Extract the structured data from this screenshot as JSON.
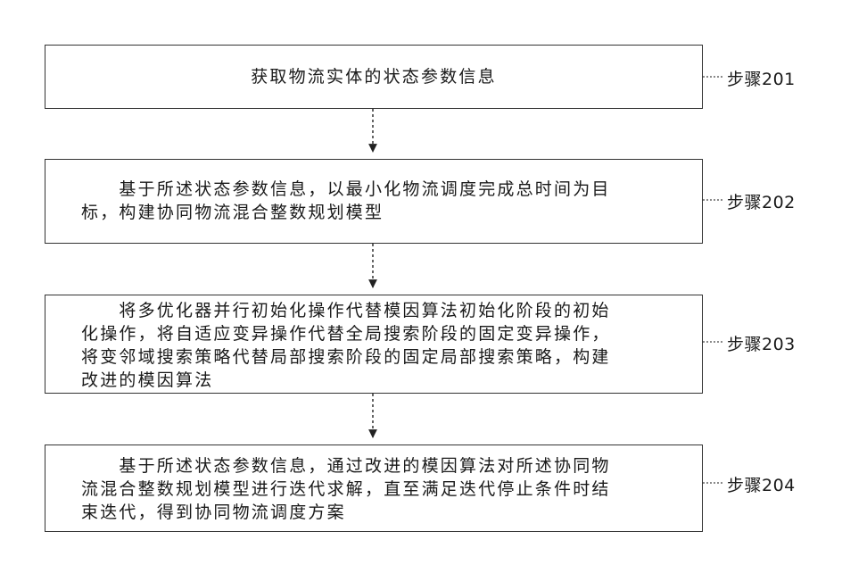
{
  "steps": [
    {
      "label": "步骤201",
      "text": "获取物流实体的状态参数信息"
    },
    {
      "label": "步骤202",
      "text": "　　基于所述状态参数信息，以最小化物流调度完成总时间为目\n标，构建协同物流混合整数规划模型"
    },
    {
      "label": "步骤203",
      "text": "　　将多优化器并行初始化操作代替模因算法初始化阶段的初始\n化操作，将自适应变异操作代替全局搜索阶段的固定变异操作，\n将变邻域搜索策略代替局部搜索阶段的固定局部搜索策略，构建\n改进的模因算法"
    },
    {
      "label": "步骤204",
      "text": "　　基于所述状态参数信息，通过改进的模因算法对所述协同物\n流混合整数规划模型进行迭代求解，直至满足迭代停止条件时结\n束迭代，得到协同物流调度方案"
    }
  ]
}
